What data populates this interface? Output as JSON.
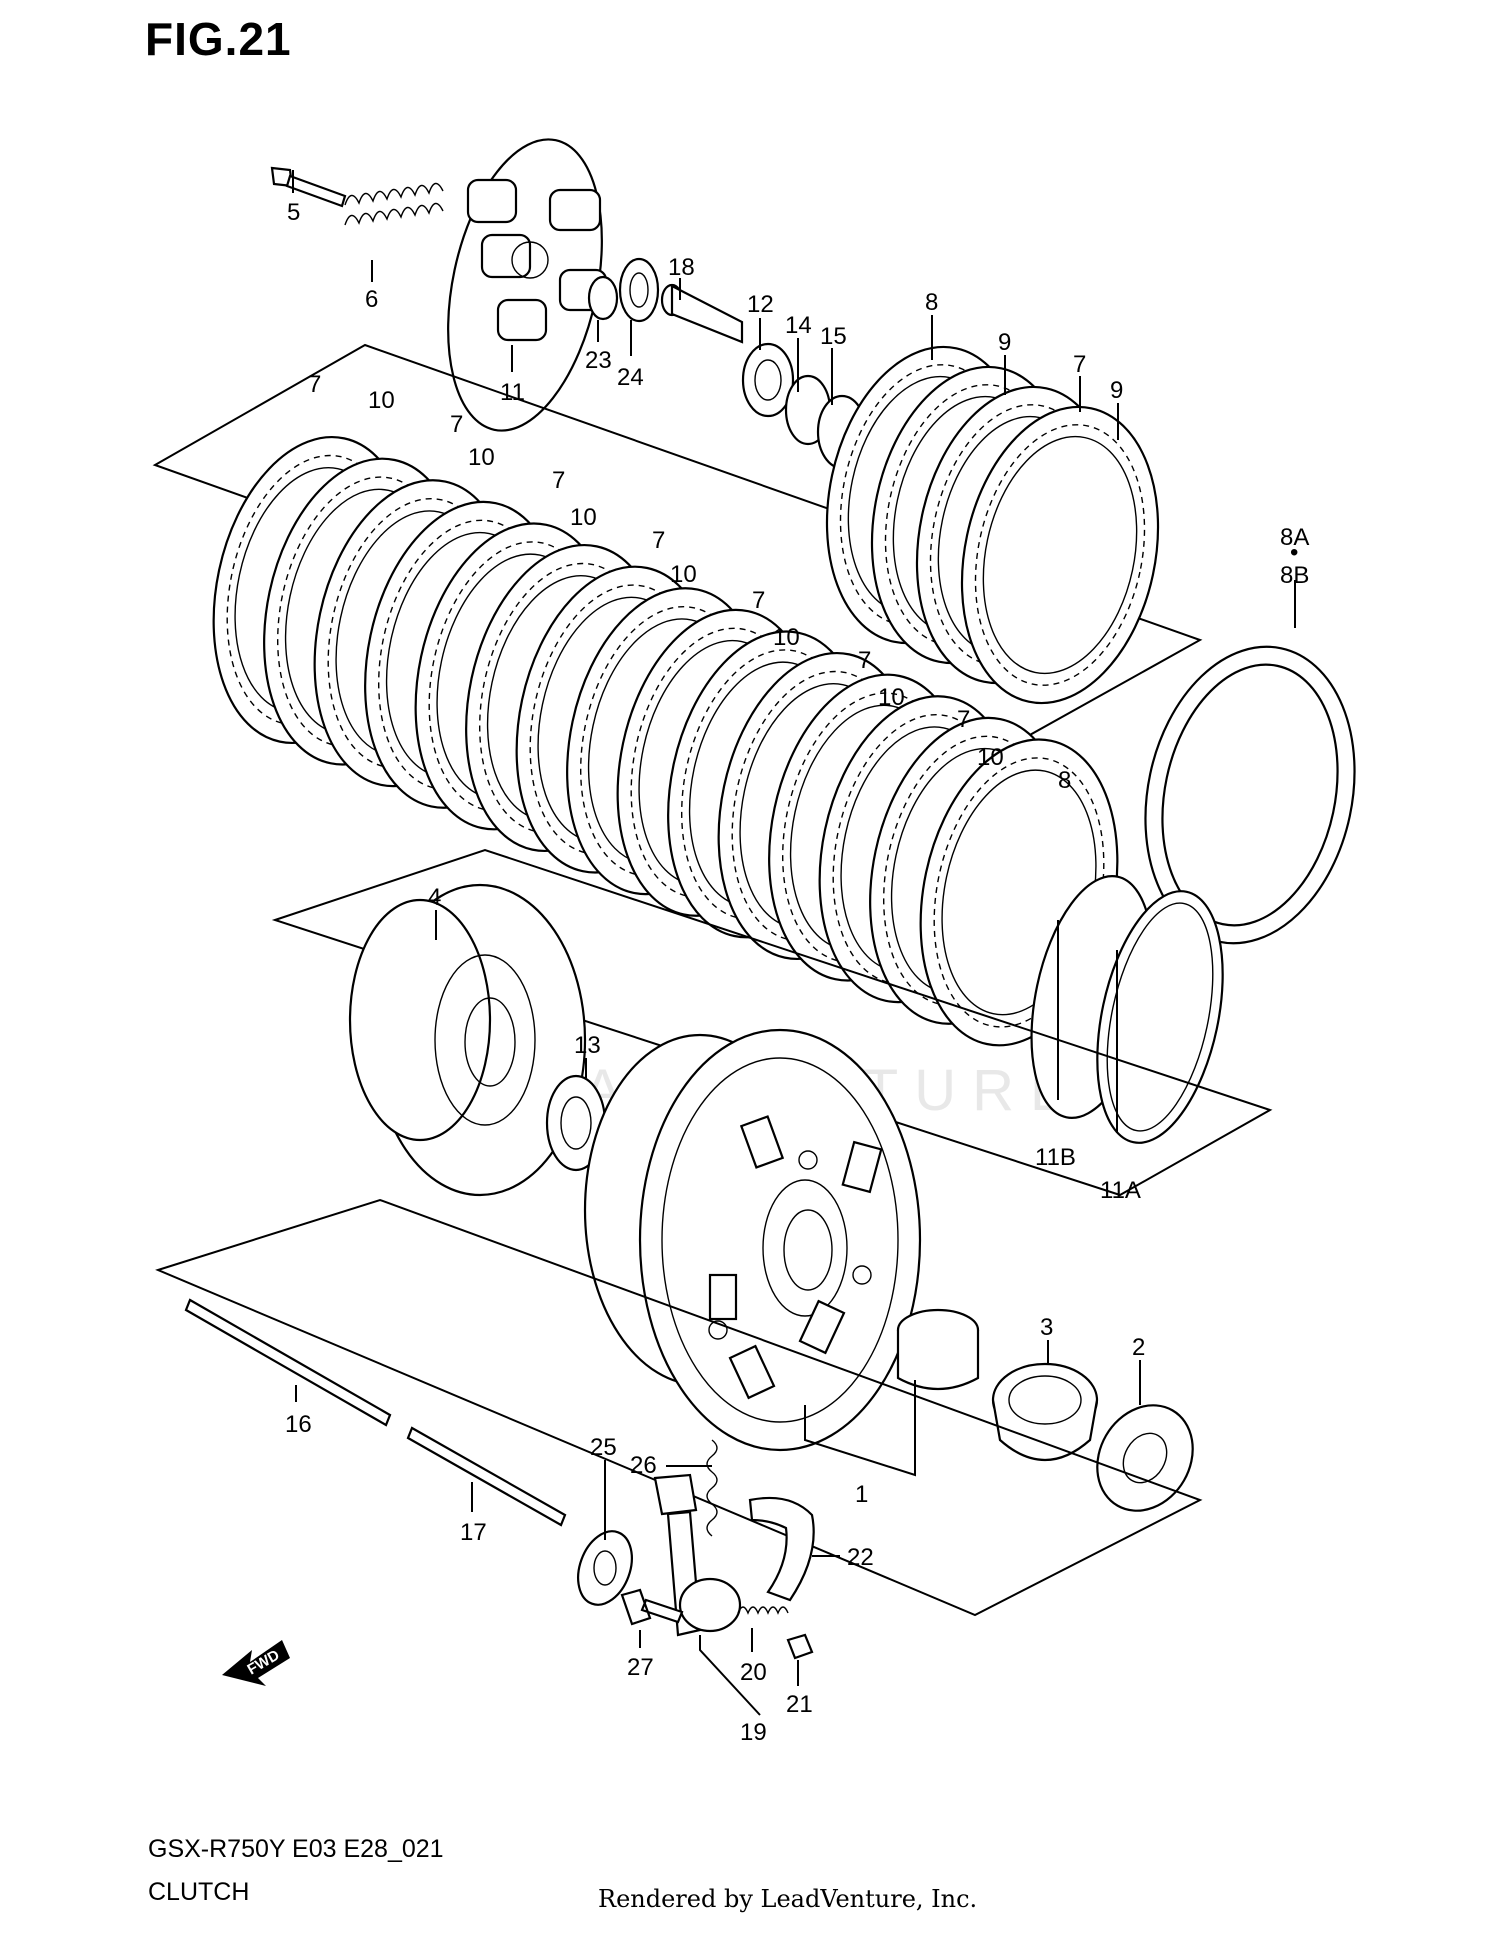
{
  "figure": {
    "title": "FIG.21",
    "model_code": "GSX-R750Y E03 E28_021",
    "section_name": "CLUTCH",
    "credit": "Rendered by LeadVenture, Inc.",
    "watermark": "LEADVENTURE",
    "fwd_label": "FWD"
  },
  "callouts": {
    "c5": "5",
    "c6": "6",
    "c11": "11",
    "c18": "18",
    "c23": "23",
    "c24": "24",
    "c12": "12",
    "c14": "14",
    "c15": "15",
    "c8_top": "8",
    "c9_a": "9",
    "c7_r": "7",
    "c9_b": "9",
    "c7_1": "7",
    "c10_1": "10",
    "c7_2": "7",
    "c10_2": "10",
    "c7_3": "7",
    "c10_3": "10",
    "c7_4": "7",
    "c10_4": "10",
    "c7_5": "7",
    "c10_5": "10",
    "c7_6": "7",
    "c10_6": "10",
    "c7_7": "7",
    "c10_7": "10",
    "c8_low": "8",
    "c8a": "8A",
    "c8dot": "•",
    "c8b": "8B",
    "c4": "4",
    "c13": "13",
    "c11b": "11B",
    "c11a": "11A",
    "c3": "3",
    "c2": "2",
    "c1": "1",
    "c16": "16",
    "c17": "17",
    "c25": "25",
    "c26": "26",
    "c22": "22",
    "c27": "27",
    "c20": "20",
    "c21": "21",
    "c19": "19"
  },
  "colors": {
    "ink": "#000000",
    "paper": "#ffffff",
    "watermark": "#e8e8e8"
  }
}
